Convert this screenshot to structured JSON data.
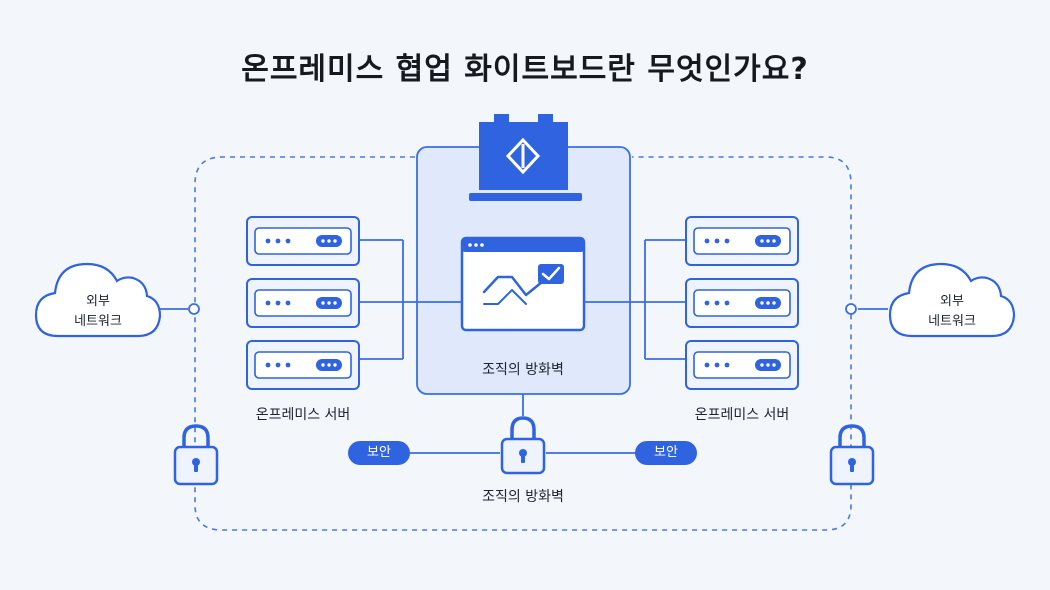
{
  "title": "온프레미스 협업 화이트보드란 무엇인가요?",
  "left_cloud": {
    "line1": "외부",
    "line2": "네트워크"
  },
  "right_cloud": {
    "line1": "외부",
    "line2": "네트워크"
  },
  "left_servers_label": "온프레미스 서버",
  "right_servers_label": "온프레미스 서버",
  "center_box_label": "조직의 방화벽",
  "bottom_lock_label": "조직의 방화벽",
  "security_pill_left": "보안",
  "security_pill_right": "보안",
  "colors": {
    "accent": "#2f63e0",
    "line": "#3a6ee8",
    "panel": "#dfe9fb"
  }
}
